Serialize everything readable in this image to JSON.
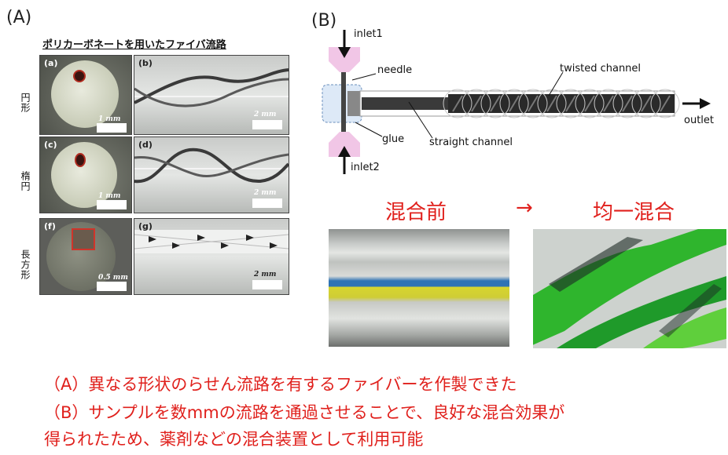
{
  "panel_a": {
    "label": "(A)",
    "title": "ポリカーボネートを用いたファイバ流路",
    "rows": [
      {
        "label": "円形",
        "cross_tag": "(a)",
        "cross_scale": "1 mm",
        "side_tag": "(b)",
        "side_scale": "2 mm"
      },
      {
        "label": "楕円",
        "cross_tag": "(c)",
        "cross_scale": "1 mm",
        "side_tag": "(d)",
        "side_scale": "2 mm"
      },
      {
        "label": "長方形",
        "cross_tag": "(f)",
        "cross_scale": "0.5 mm",
        "side_tag": "(g)",
        "side_scale": "2 mm"
      }
    ]
  },
  "panel_b": {
    "label": "(B)",
    "labels": {
      "inlet1": "inlet1",
      "inlet2": "inlet2",
      "needle": "needle",
      "glue": "glue",
      "straight_channel": "straight channel",
      "twisted_channel": "twisted channel",
      "outlet": "outlet"
    },
    "before": "混合前",
    "arrow": "→",
    "after": "均一混合"
  },
  "caption": {
    "line1": "（A）異なる形状のらせん流路を有するファイバーを作製できた",
    "line2": "（B）サンプルを数mmの流路を通過させることで、良好な混合効果が",
    "line3": "得られたため、薬剤などの混合装置として利用可能"
  },
  "colors": {
    "accent_red": "#e0201c",
    "inlet_pink": "#f1c6e6"
  }
}
